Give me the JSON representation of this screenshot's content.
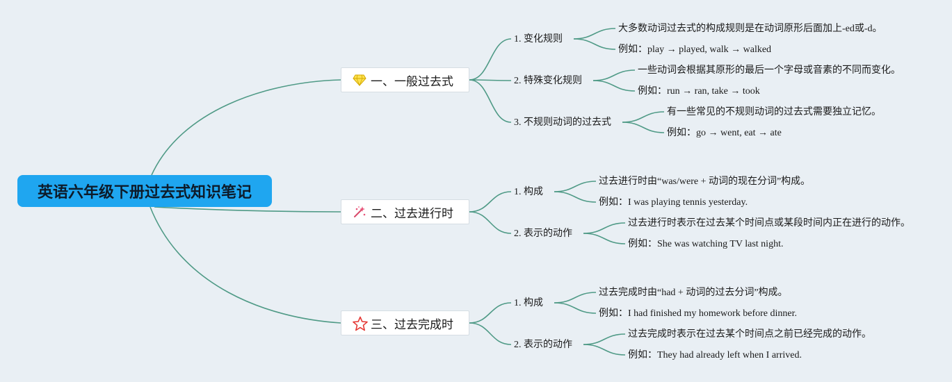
{
  "root": {
    "title": "英语六年级下册过去式知识笔记"
  },
  "branches": [
    {
      "label": "一、一般过去式",
      "icon": "diamond-icon",
      "children": [
        {
          "label": "1. 变化规则",
          "details": [
            "大多数动词过去式的构成规则是在动词原形后面加上-ed或-d。",
            "例如：play → played, walk → walked"
          ]
        },
        {
          "label": "2. 特殊变化规则",
          "details": [
            "一些动词会根据其原形的最后一个字母或音素的不同而变化。",
            "例如：run → ran, take → took"
          ]
        },
        {
          "label": "3. 不规则动词的过去式",
          "details": [
            "有一些常见的不规则动词的过去式需要独立记忆。",
            "例如：go → went, eat → ate"
          ]
        }
      ]
    },
    {
      "label": "二、过去进行时",
      "icon": "magic-sparkle-icon",
      "children": [
        {
          "label": "1. 构成",
          "details": [
            "过去进行时由“was/were + 动词的现在分词”构成。",
            "例如：I was playing tennis yesterday."
          ]
        },
        {
          "label": "2. 表示的动作",
          "details": [
            "过去进行时表示在过去某个时间点或某段时间内正在进行的动作。",
            "例如：She was watching TV last night."
          ]
        }
      ]
    },
    {
      "label": "三、过去完成时",
      "icon": "star-icon",
      "children": [
        {
          "label": "1. 构成",
          "details": [
            "过去完成时由“had + 动词的过去分词”构成。",
            "例如：I had finished my homework before dinner."
          ]
        },
        {
          "label": "2. 表示的动作",
          "details": [
            "过去完成时表示在过去某个时间点之前已经完成的动作。",
            "例如：They had already left when I arrived."
          ]
        }
      ]
    }
  ],
  "colors": {
    "background": "#e9eff4",
    "root_fill": "#1fa6f0",
    "connector": "#4f9a86"
  }
}
